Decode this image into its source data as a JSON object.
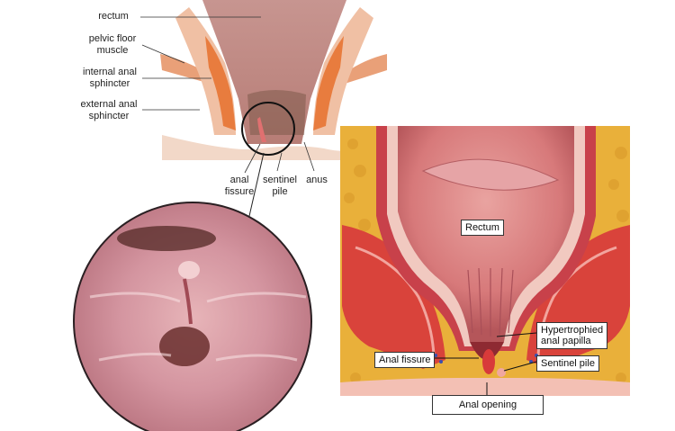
{
  "top_diagram": {
    "labels": {
      "rectum": "rectum",
      "pelvic_floor_muscle": "pelvic floor\nmuscle",
      "internal_anal_sphincter": "internal anal\nsphincter",
      "external_anal_sphincter": "external anal\nsphincter",
      "anal_fissure": "anal\nfissure",
      "sentinel_pile": "sentinel\npile",
      "anus": "anus"
    }
  },
  "right_diagram": {
    "labels": {
      "rectum": "Rectum",
      "hypertrophied_anal_papilla": "Hypertrophied\nanal papilla",
      "anal_fissure": "Anal fissure",
      "sentinel_pile": "Sentinel pile",
      "anal_opening": "Anal opening"
    }
  },
  "colors": {
    "tissue_pink": "#c98a86",
    "muscle_red": "#d9433b",
    "fat_yellow": "#e8b23c",
    "photo_pink": "#d89aa0"
  }
}
